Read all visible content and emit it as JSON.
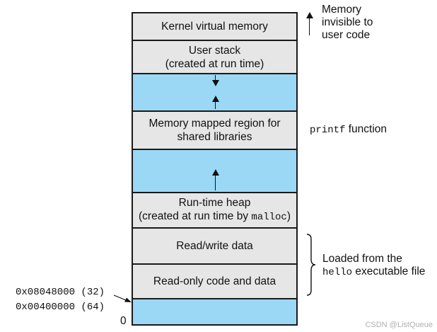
{
  "regions": {
    "kernel": "Kernel virtual memory",
    "user_stack_line1": "User stack",
    "user_stack_line2": "(created at run time)",
    "mmap_line1": "Memory mapped region for",
    "mmap_line2": "shared libraries",
    "heap_line1": "Run-time heap",
    "heap_line2_prefix": "(created at run time by ",
    "heap_line2_code": "malloc",
    "heap_line2_suffix": ")",
    "rw_data": "Read/write data",
    "ro_code": "Read-only code and data"
  },
  "annotations": {
    "memory_line1": "Memory",
    "memory_line2": "invisible to",
    "memory_line3": "user code",
    "printf_code": "printf",
    "printf_text": " function",
    "loaded_line1": "Loaded from the",
    "loaded_code": "hello",
    "loaded_text": " executable file"
  },
  "addresses": {
    "addr1": "0x08048000 (32)",
    "addr2": "0x00400000 (64)",
    "zero": "0"
  },
  "watermark": "CSDN @ListQueue",
  "colors": {
    "gray_region": "#e6e6e6",
    "blue_region": "#9bd8f6",
    "border": "#1a1a1a"
  }
}
